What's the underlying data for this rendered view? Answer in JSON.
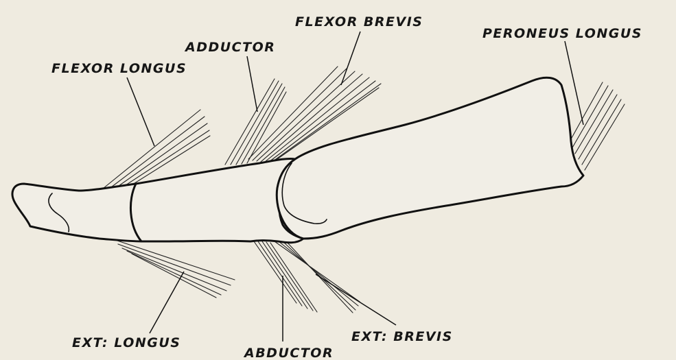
{
  "labels": {
    "flexor_brevis": "FLEXOR BREVIS",
    "adductor": "ADDUCTOR",
    "peroneus_longus": "PERONEUS LONGUS",
    "flexor_longus": "FLEXOR LONGUS",
    "ext_longus": "EXT: LONGUS",
    "abductor": "ABDUCTOR",
    "ext_brevis": "EXT: BREVIS"
  }
}
